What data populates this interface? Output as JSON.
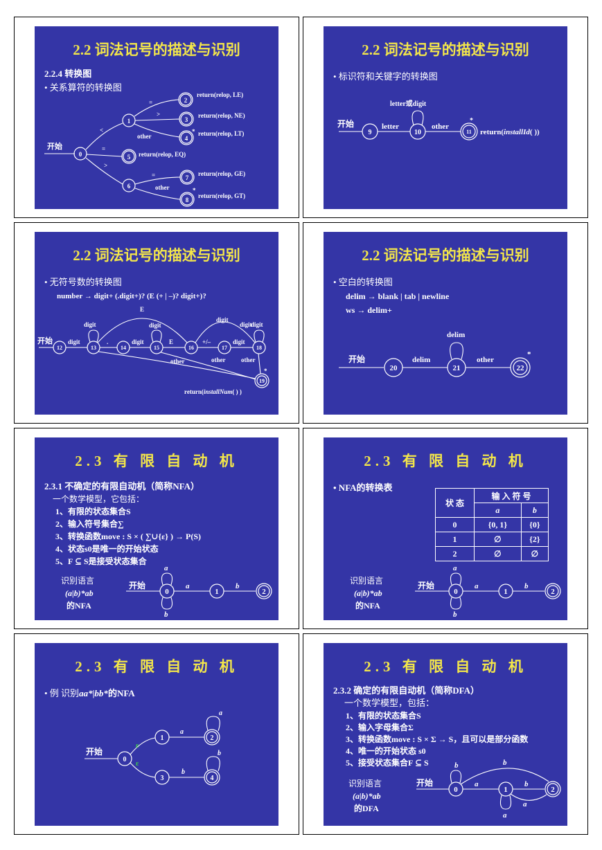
{
  "slides": [
    {
      "title": "2.2 词法记号的描述与识别",
      "subtitle": "2.2.4 转换图",
      "bullet": "• 关系算符的转换图",
      "start": "开始",
      "states": [
        "0",
        "1",
        "2",
        "3",
        "4",
        "5",
        "6",
        "7",
        "8"
      ],
      "edges": [
        "<",
        "=",
        ">",
        "other",
        "=",
        ">",
        "=",
        "other"
      ],
      "returns": [
        "return(relop, LE)",
        "return(relop, NE)",
        "return(relop, LT)",
        "return(relop, EQ)",
        "return(relop, GE)",
        "return(relop, GT)"
      ],
      "stars": [
        "*",
        "*"
      ]
    },
    {
      "title": "2.2 词法记号的描述与识别",
      "bullet": "• 标识符和关键字的转换图",
      "loop": "letter或digit",
      "start": "开始",
      "states": [
        "9",
        "10",
        "11"
      ],
      "edges": [
        "letter",
        "other"
      ],
      "star": "*",
      "ret_prefix": "return(",
      "ret_func": "installId",
      "ret_suffix": "( ))"
    },
    {
      "title": "2.2 词法记号的描述与识别",
      "bullet": "• 无符号数的转换图",
      "formula": "number → digit+ (.digit+)? (E (+ | –)? digit+)?",
      "start": "开始",
      "states": [
        "12",
        "13",
        "14",
        "15",
        "16",
        "17",
        "18",
        "19"
      ],
      "labels": [
        "digit",
        "digit",
        ".",
        "digit",
        "digit",
        "digit",
        "E",
        "E",
        "digit",
        "+/–",
        "digit",
        "digit",
        "other",
        "other",
        "other"
      ],
      "star": "*",
      "ret_prefix": "return(",
      "ret_func": "installNum",
      "ret_suffix": "( ) )"
    },
    {
      "title": "2.2 词法记号的描述与识别",
      "bullet": "• 空白的转换图",
      "line1": "delim → blank | tab | newline",
      "line2": "ws → delim+",
      "start": "开始",
      "states": [
        "20",
        "21",
        "22"
      ],
      "edges": [
        "delim",
        "other"
      ],
      "loop": "delim",
      "star": "*"
    },
    {
      "title": "2.3 有 限 自 动 机",
      "heading": "2.3.1 不确定的有限自动机（简称NFA）",
      "lines": [
        "一个数学模型，它包括：",
        "1、有限的状态集合S",
        "2、输入符号集合∑",
        "3、转换函数move : S × ( ∑∪{ε} ) → P(S)",
        "4、状态s0是唯一的开始状态",
        "5、F ⊆ S是接受状态集合"
      ],
      "caption": [
        "识别语言",
        "(a|b)*ab",
        "的NFA"
      ],
      "start": "开始",
      "states": [
        "0",
        "1",
        "2"
      ],
      "edges": [
        "a",
        "b",
        "a",
        "b"
      ]
    },
    {
      "title": "2.3 有 限 自 动 机",
      "bullet": "• NFA的转换表",
      "table": {
        "state_header": "状 态",
        "input_header": "输 入 符 号",
        "cols": [
          "a",
          "b"
        ],
        "rows": [
          [
            "0",
            "{0, 1}",
            "{0}"
          ],
          [
            "1",
            "∅",
            "{2}"
          ],
          [
            "2",
            "∅",
            "∅"
          ]
        ]
      },
      "caption": [
        "识别语言",
        "(a|b)*ab",
        "的NFA"
      ],
      "start": "开始",
      "states": [
        "0",
        "1",
        "2"
      ],
      "edges": [
        "a",
        "b",
        "a",
        "b"
      ]
    },
    {
      "title": "2.3 有 限 自 动 机",
      "bullet_prefix": "• 例  识别",
      "bullet_regex": "aa*|bb*",
      "bullet_suffix": "的NFA",
      "start": "开始",
      "states": [
        "0",
        "1",
        "2",
        "3",
        "4"
      ],
      "edges": [
        "ε",
        "ε",
        "a",
        "a",
        "b",
        "b"
      ]
    },
    {
      "title": "2.3 有 限 自 动 机",
      "heading": "2.3.2 确定的有限自动机（简称DFA）",
      "intro": "一个数学模型，包括：",
      "lines": [
        "1、有限的状态集合S",
        "2、输入字母集合Σ",
        "3、转换函数move : S × Σ → S，且可以是部分函数",
        "4、唯一的开始状态 s0",
        "5、接受状态集合F ⊆ S"
      ],
      "caption": [
        "识别语言",
        "(a|b)*ab",
        "的DFA"
      ],
      "start": "开始",
      "states": [
        "0",
        "1",
        "2"
      ],
      "edges": [
        "b",
        "a",
        "b",
        "b",
        "a",
        "a"
      ]
    }
  ]
}
